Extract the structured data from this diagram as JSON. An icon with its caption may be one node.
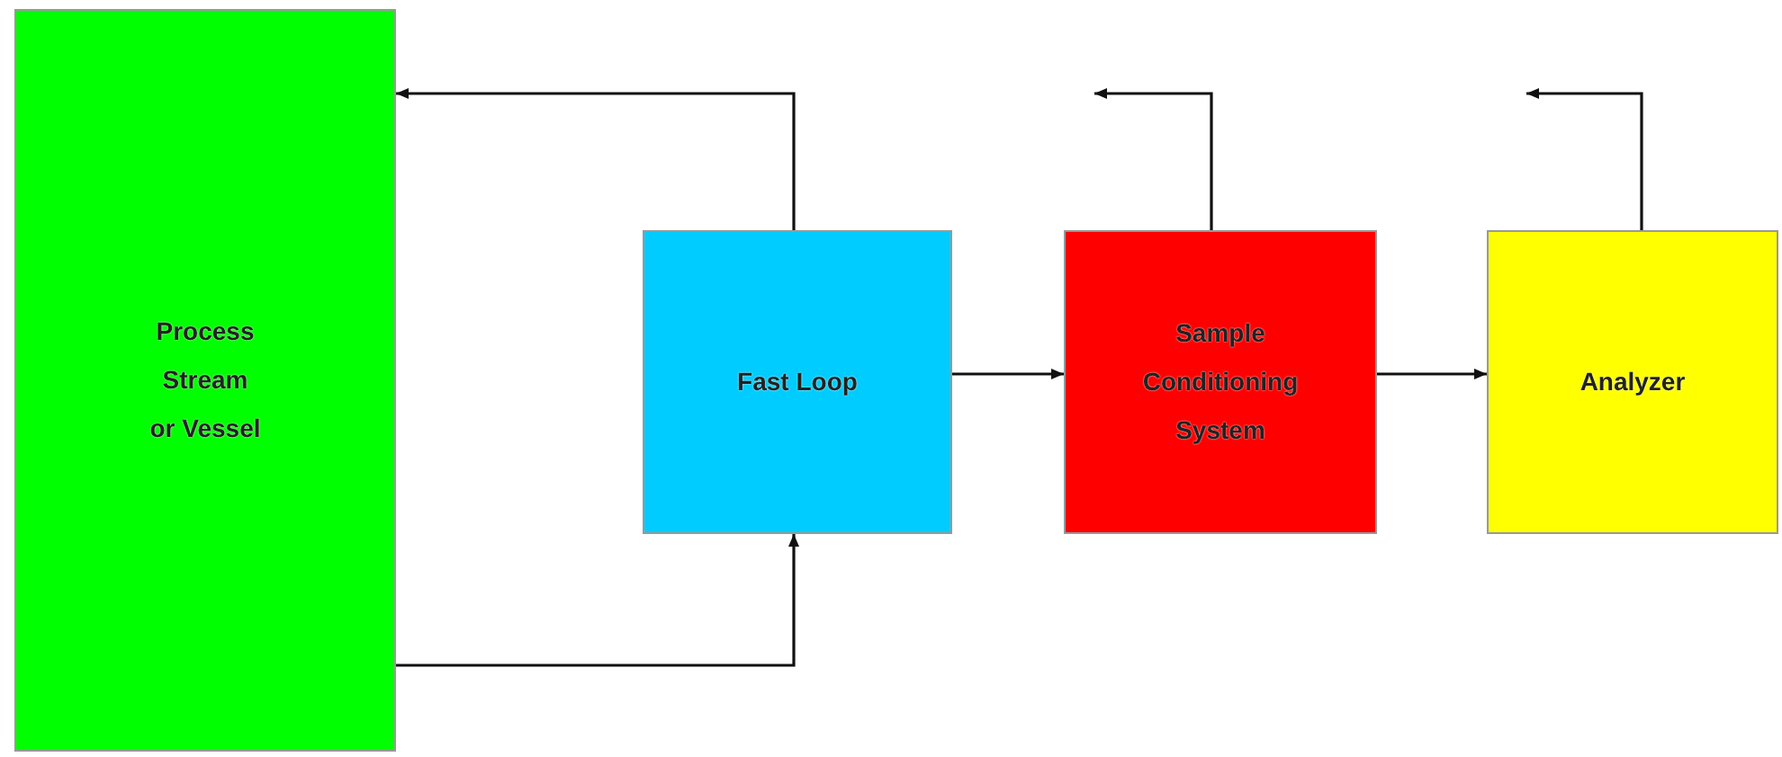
{
  "diagram": {
    "nodes": [
      {
        "text": [
          "Process Stream or Vessel"
        ]
      },
      {
        "text": [
          "Fast Loop"
        ]
      },
      {
        "text": [
          "Sample Conditioning System"
        ]
      },
      {
        "text": [
          "Analyzer"
        ]
      }
    ],
    "edges": [
      {
        "from": 1,
        "to": 0,
        "arrow": "to"
      },
      {
        "from": 0,
        "to": 1,
        "arrow": "to"
      },
      {
        "from": 1,
        "to": 2,
        "arrow": "to"
      },
      {
        "from": 2,
        "to": 3,
        "arrow": "to"
      },
      {
        "from": 2,
        "to": null,
        "arrow": "to"
      },
      {
        "from": 3,
        "to": null,
        "arrow": "to"
      }
    ]
  }
}
